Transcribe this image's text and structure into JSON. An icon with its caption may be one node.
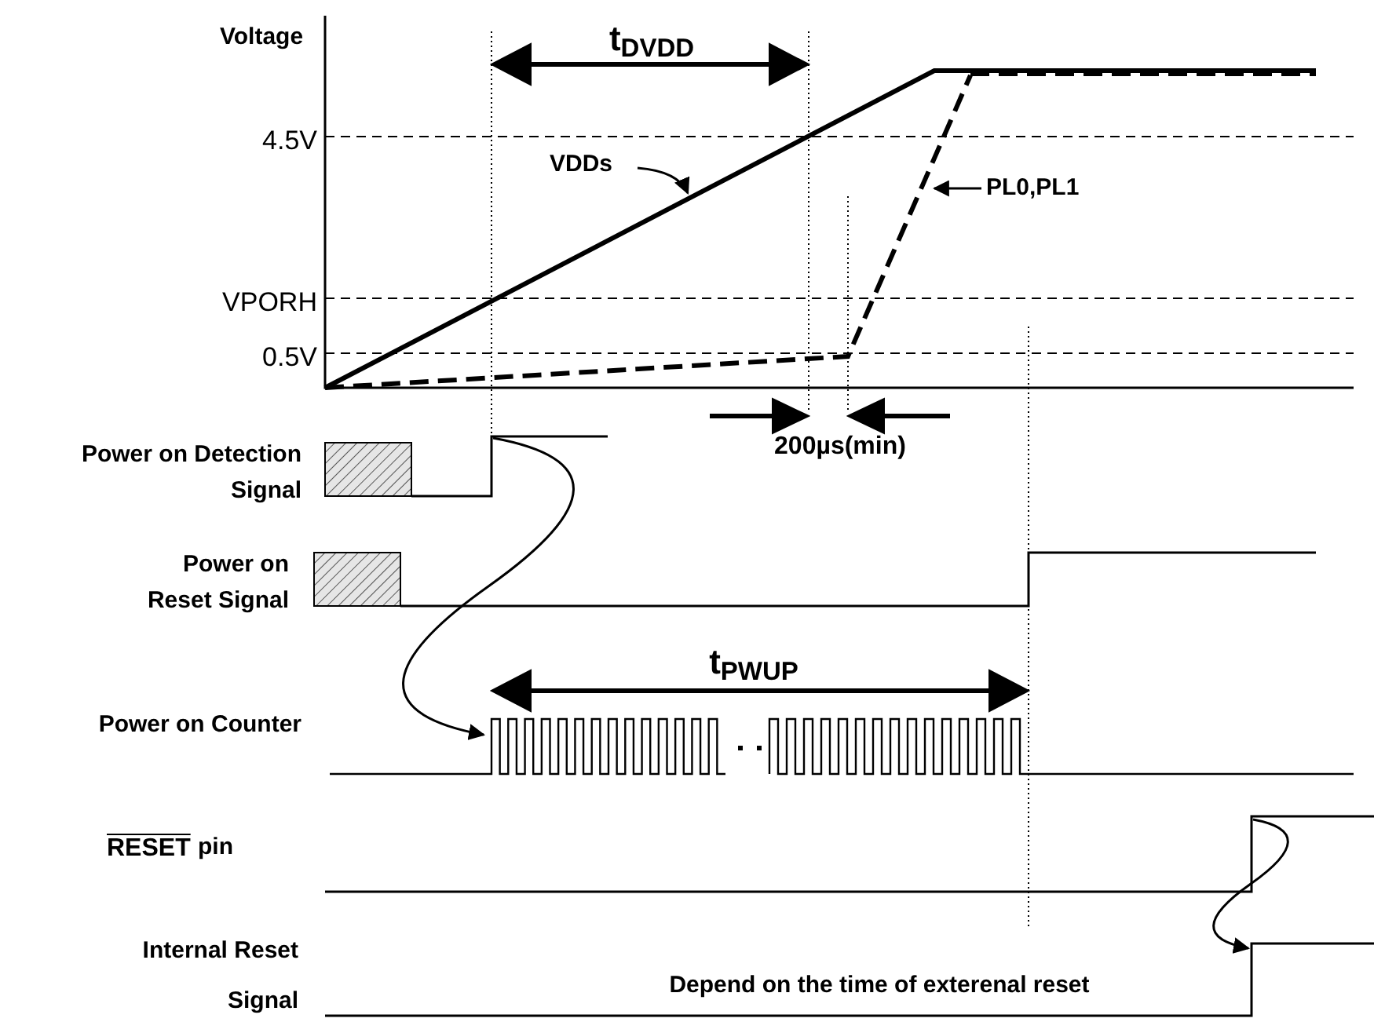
{
  "diagram": {
    "nodes": [
      {
        "text": [
          "VDDs"
        ]
      },
      {
        "text": [
          "PL0,PL1"
        ]
      },
      {
        "text": [],
        "shape": "waveform"
      },
      {
        "text": [],
        "shape": "waveform"
      },
      {
        "text": [],
        "shape": "waveform"
      },
      {
        "text": [],
        "shape": "waveform"
      }
    ],
    "edges": [
      {
        "from": 0,
        "to": null,
        "arrow": "to"
      },
      {
        "from": 1,
        "to": null,
        "arrow": "to"
      },
      {
        "from": 2,
        "to": 3,
        "arrow": "to"
      },
      {
        "from": 4,
        "to": 5,
        "arrow": "to"
      }
    ],
    "labels": [
      "Voltage",
      "t$_{DVDD}$",
      "4.5V",
      "VPORH",
      "0.5V",
      "200µs(min)",
      "Power on Detection Signal",
      "Power on Reset Signal",
      "t$_{PWUP}$",
      "Power on Counter",
      "RESET",
      "pin",
      "Internal Reset Signal",
      "Depend on the time of exterenal reset"
    ]
  }
}
